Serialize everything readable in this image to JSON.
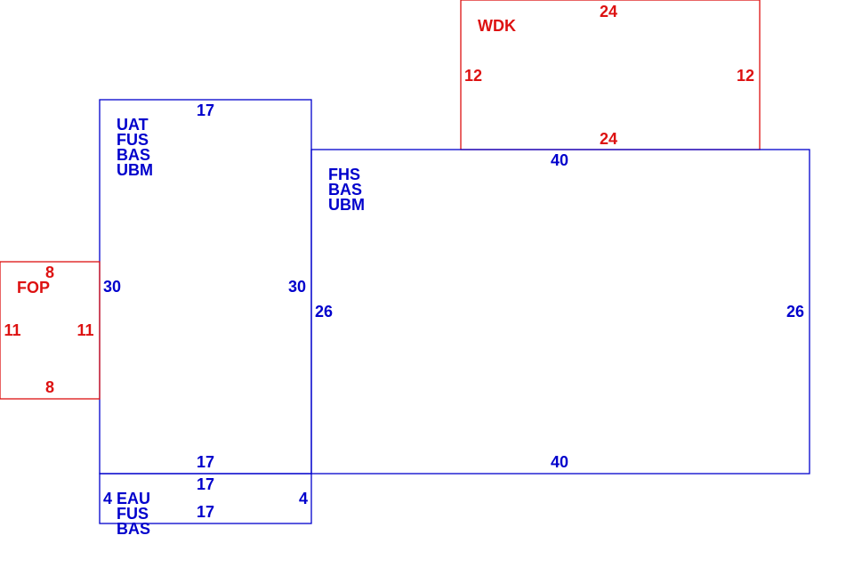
{
  "colors": {
    "blue": "#0000cc",
    "red": "#dd1111"
  },
  "areas": {
    "wdk": {
      "codes": [
        "WDK"
      ],
      "dims": {
        "top": "24",
        "bottom": "24",
        "left": "12",
        "right": "12"
      }
    },
    "uat": {
      "codes": [
        "UAT",
        "FUS",
        "BAS",
        "UBM"
      ],
      "dims": {
        "top": "17",
        "bottom": "17",
        "left": "30",
        "right": "30"
      }
    },
    "fhs": {
      "codes": [
        "FHS",
        "BAS",
        "UBM"
      ],
      "dims": {
        "top": "40",
        "bottom": "40",
        "left": "26",
        "right": "26"
      }
    },
    "fop": {
      "codes": [
        "FOP"
      ],
      "dims": {
        "top": "8",
        "bottom": "8",
        "left": "11",
        "right": "11"
      }
    },
    "eau": {
      "codes": [
        "EAU",
        "FUS",
        "BAS"
      ],
      "dims": {
        "top": "17",
        "bottom": "17",
        "left": "4",
        "right": "4"
      }
    }
  }
}
